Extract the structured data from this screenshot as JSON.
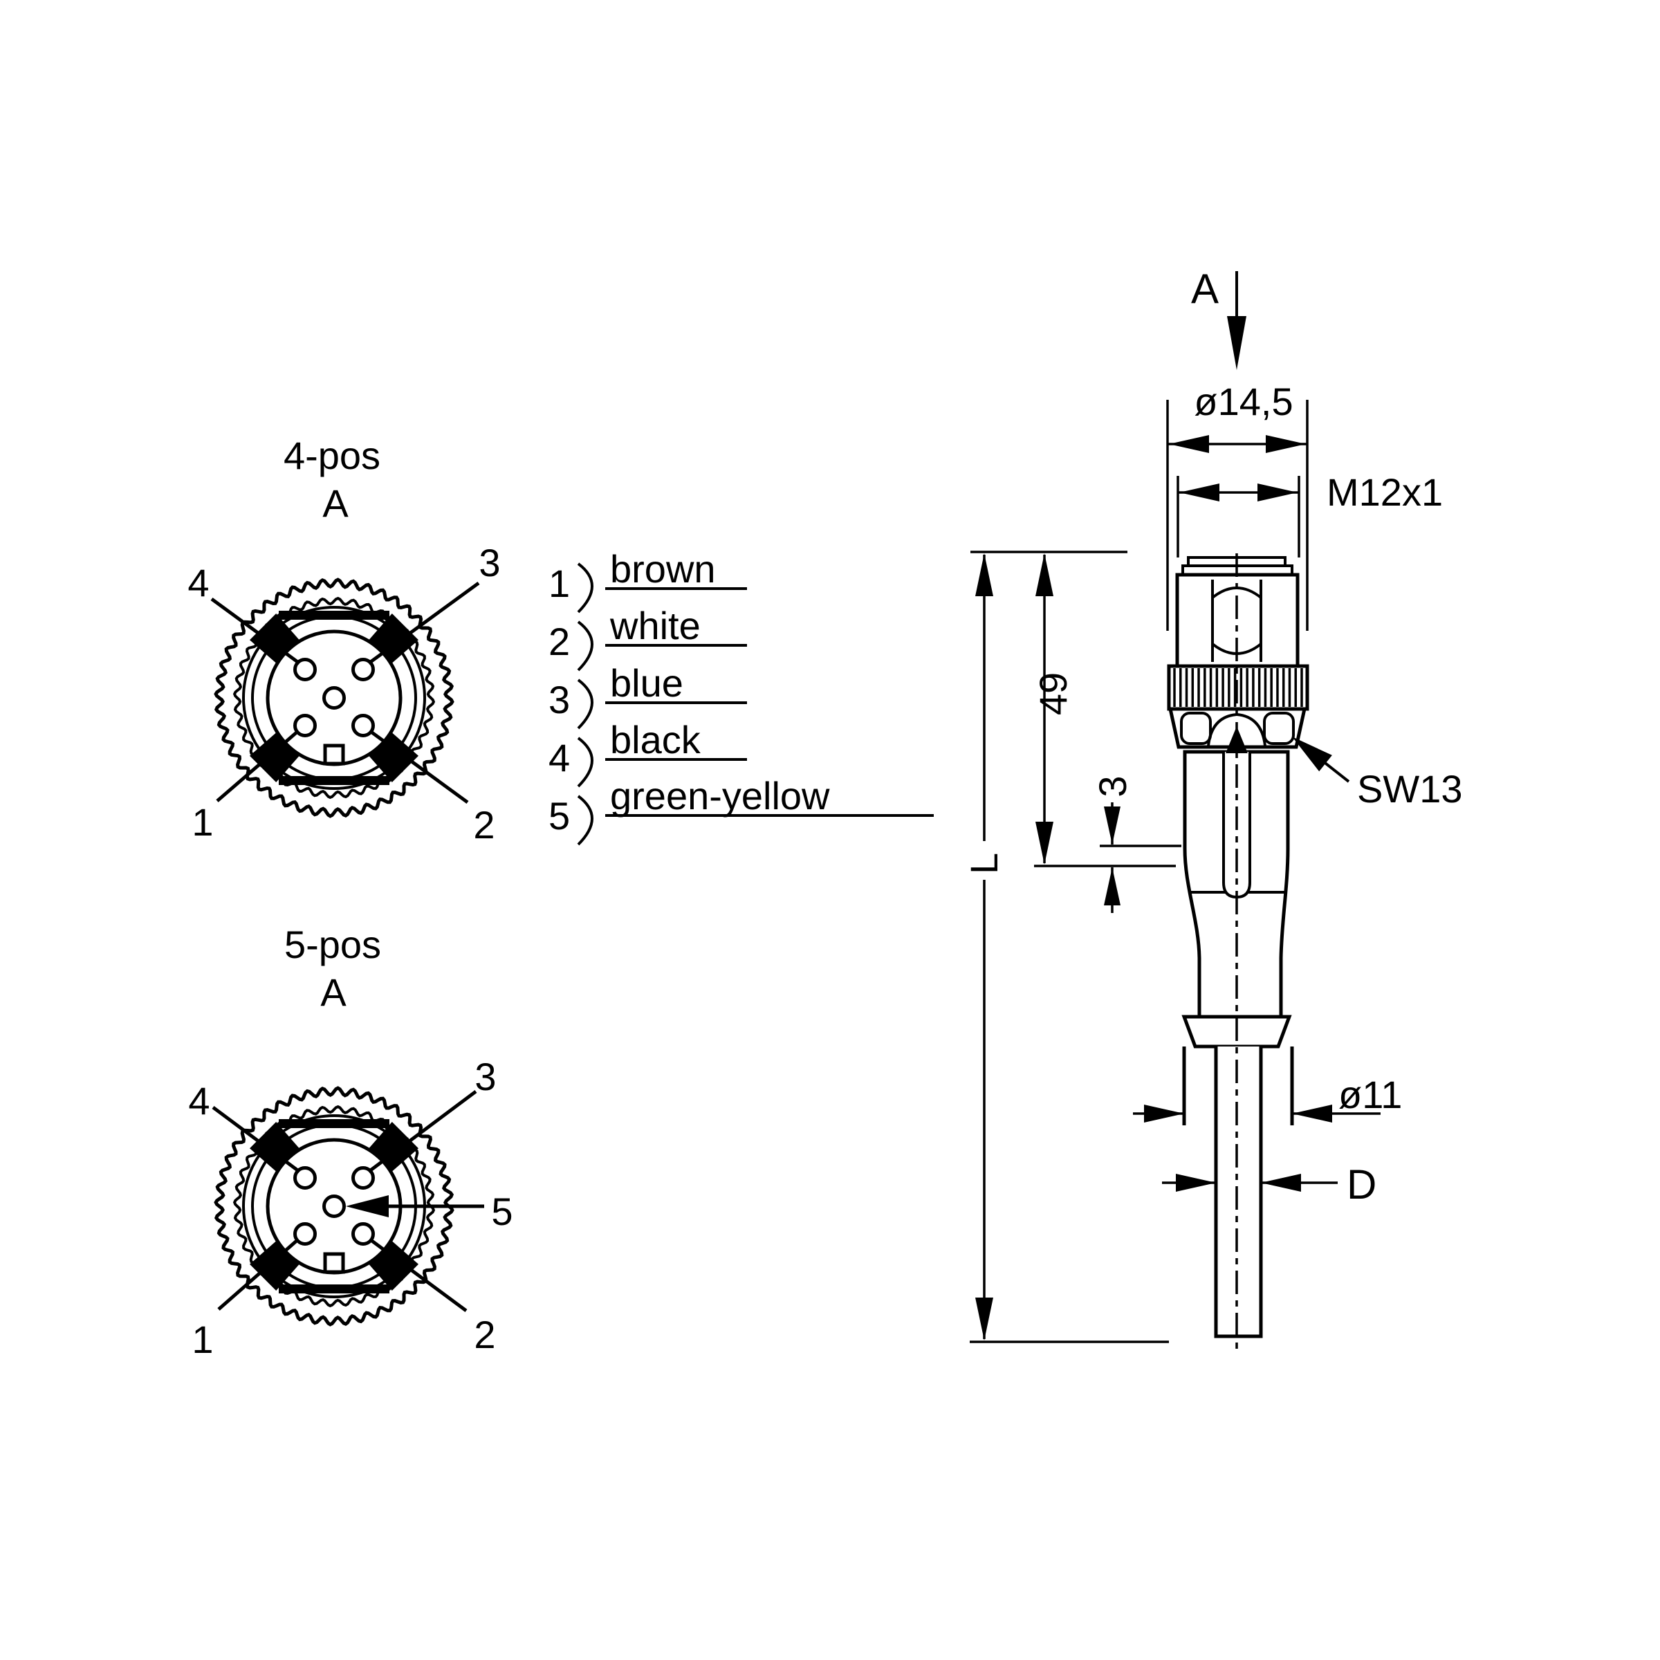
{
  "figure": {
    "colors": {
      "ink": "#000000",
      "background": "#ffffff"
    },
    "connector_4pos": {
      "title": "4-pos",
      "section": "A",
      "pin_labels": {
        "pin1": "1",
        "pin2": "2",
        "pin3": "3",
        "pin4": "4"
      }
    },
    "connector_5pos": {
      "title": "5-pos",
      "section": "A",
      "pin_labels": {
        "pin1": "1",
        "pin2": "2",
        "pin3": "3",
        "pin4": "4",
        "pin5": "5"
      }
    },
    "wire_colors": {
      "rows": [
        {
          "pin": "1",
          "color": "brown"
        },
        {
          "pin": "2",
          "color": "white"
        },
        {
          "pin": "3",
          "color": "blue"
        },
        {
          "pin": "4",
          "color": "black"
        },
        {
          "pin": "5",
          "color": "green-yellow"
        }
      ]
    },
    "side_view": {
      "section_arrow": "A",
      "dim_head_diameter": "ø14,5",
      "dim_thread": "M12x1",
      "dim_wrench_size": "SW13",
      "dim_connector_length": "49",
      "dim_collar": "3",
      "dim_total_length": "L",
      "dim_gland_diameter": "ø11",
      "dim_cable_diameter": "D"
    }
  }
}
